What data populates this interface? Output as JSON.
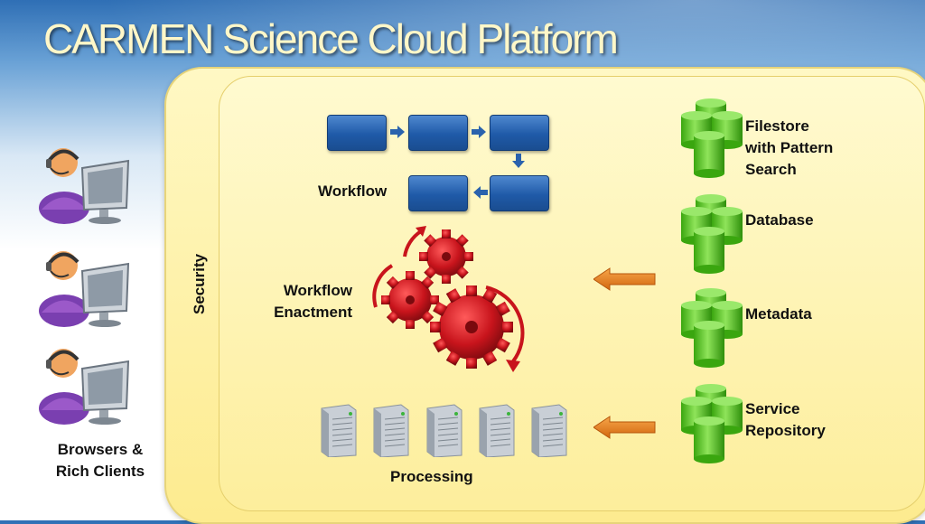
{
  "title": "CARMEN Science Cloud Platform",
  "security_label": "Security",
  "clients_label_line1": "Browsers &",
  "clients_label_line2": "Rich Clients",
  "workflow_label": "Workflow",
  "enactment_label_line1": "Workflow",
  "enactment_label_line2": "Enactment",
  "processing_label": "Processing",
  "stores": [
    {
      "line1": "Filestore",
      "line2": "with Pattern",
      "line3": "Search"
    },
    {
      "line1": "Database"
    },
    {
      "line1": "Metadata"
    },
    {
      "line1": "Service",
      "line2": "Repository"
    }
  ],
  "icons": {
    "user": "user-at-computer-icon",
    "db": "database-cylinders-icon",
    "server": "server-tower-icon",
    "gear": "gear-icon",
    "arrow": "orange-arrow-icon"
  }
}
